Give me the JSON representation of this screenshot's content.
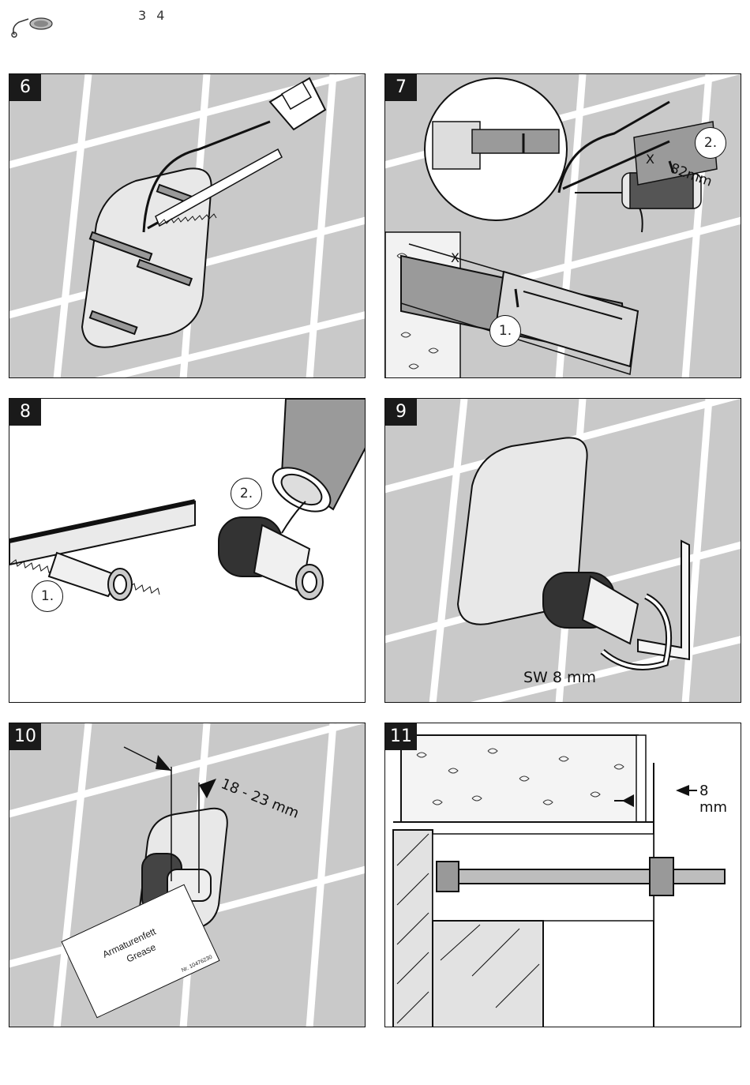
{
  "page": {
    "number": "3 4"
  },
  "header": {
    "logo_icon": "shower-head-icon"
  },
  "panels": [
    {
      "step": "6"
    },
    {
      "step": "7",
      "labels": {
        "first": "1.",
        "second": "2.",
        "mark_x": "X",
        "measure": "82mm"
      }
    },
    {
      "step": "8",
      "labels": {
        "first": "1.",
        "second": "2."
      }
    },
    {
      "step": "9",
      "labels": {
        "wrench": "SW 8 mm"
      }
    },
    {
      "step": "10",
      "labels": {
        "range": "18 - 23 mm",
        "grease_line1": "Armaturenfett",
        "grease_line2": "Grease",
        "grease_part": "Nr. 10476230"
      }
    },
    {
      "step": "11",
      "labels": {
        "depth": "8 mm"
      }
    }
  ],
  "colors": {
    "tile": "#c9c9c9",
    "grout": "#ffffff",
    "outline": "#111111"
  }
}
